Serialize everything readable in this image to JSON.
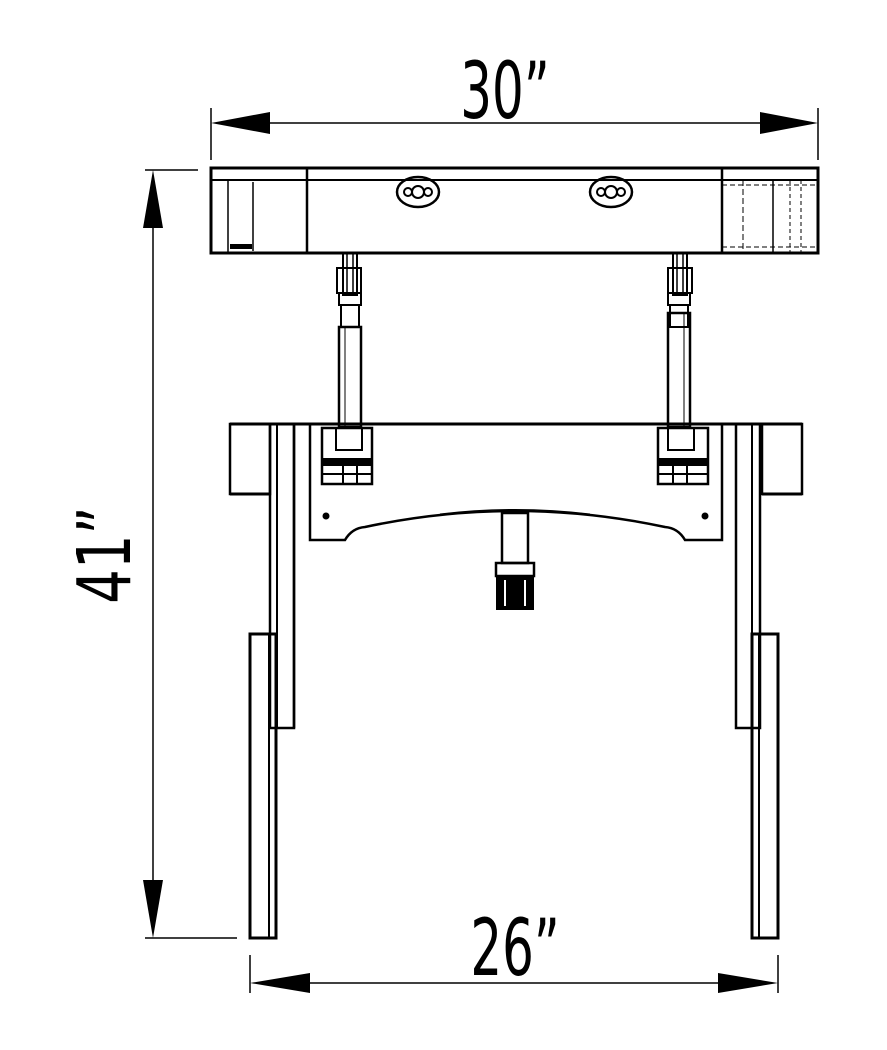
{
  "dimensions": {
    "top_width": "30”",
    "height": "41”",
    "bottom_width": "26”"
  },
  "colors": {
    "line": "#000000",
    "background": "#ffffff"
  }
}
